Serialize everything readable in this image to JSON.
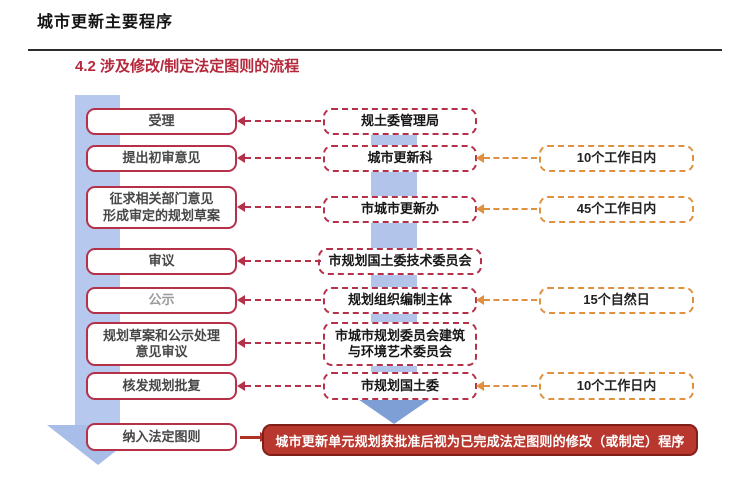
{
  "page": {
    "title": "城市更新主要程序",
    "subtitle": "4.2 涉及修改/制定法定图则的流程"
  },
  "steps": [
    "受理",
    "提出初审意见",
    "征求相关部门意见\n形成审定的规划草案",
    "审议",
    "公示",
    "规划草案和公示处理\n意见审议",
    "核发规划批复",
    "纳入法定图则"
  ],
  "agencies": [
    "规土委管理局",
    "城市更新科",
    "市城市更新办",
    "市规划国土委技术委员会",
    "规划组织编制主体",
    "市城市规划委员会建筑\n与环境艺术委员会",
    "市规划国土委"
  ],
  "durations": [
    "10个工作日内",
    "45个工作日内",
    "15个自然日",
    "10个工作日内"
  ],
  "result": "城市更新单元规划获批准后视为已完成法定图则的修改（或制定）程序",
  "colors": {
    "accent_crimson": "#b5314a",
    "accent_orange": "#e0913f",
    "result_bg": "#b8372e",
    "flow_arrow_blue": "#b3c4ea",
    "flow_arrow_head_blue": "#7e9fd6"
  }
}
